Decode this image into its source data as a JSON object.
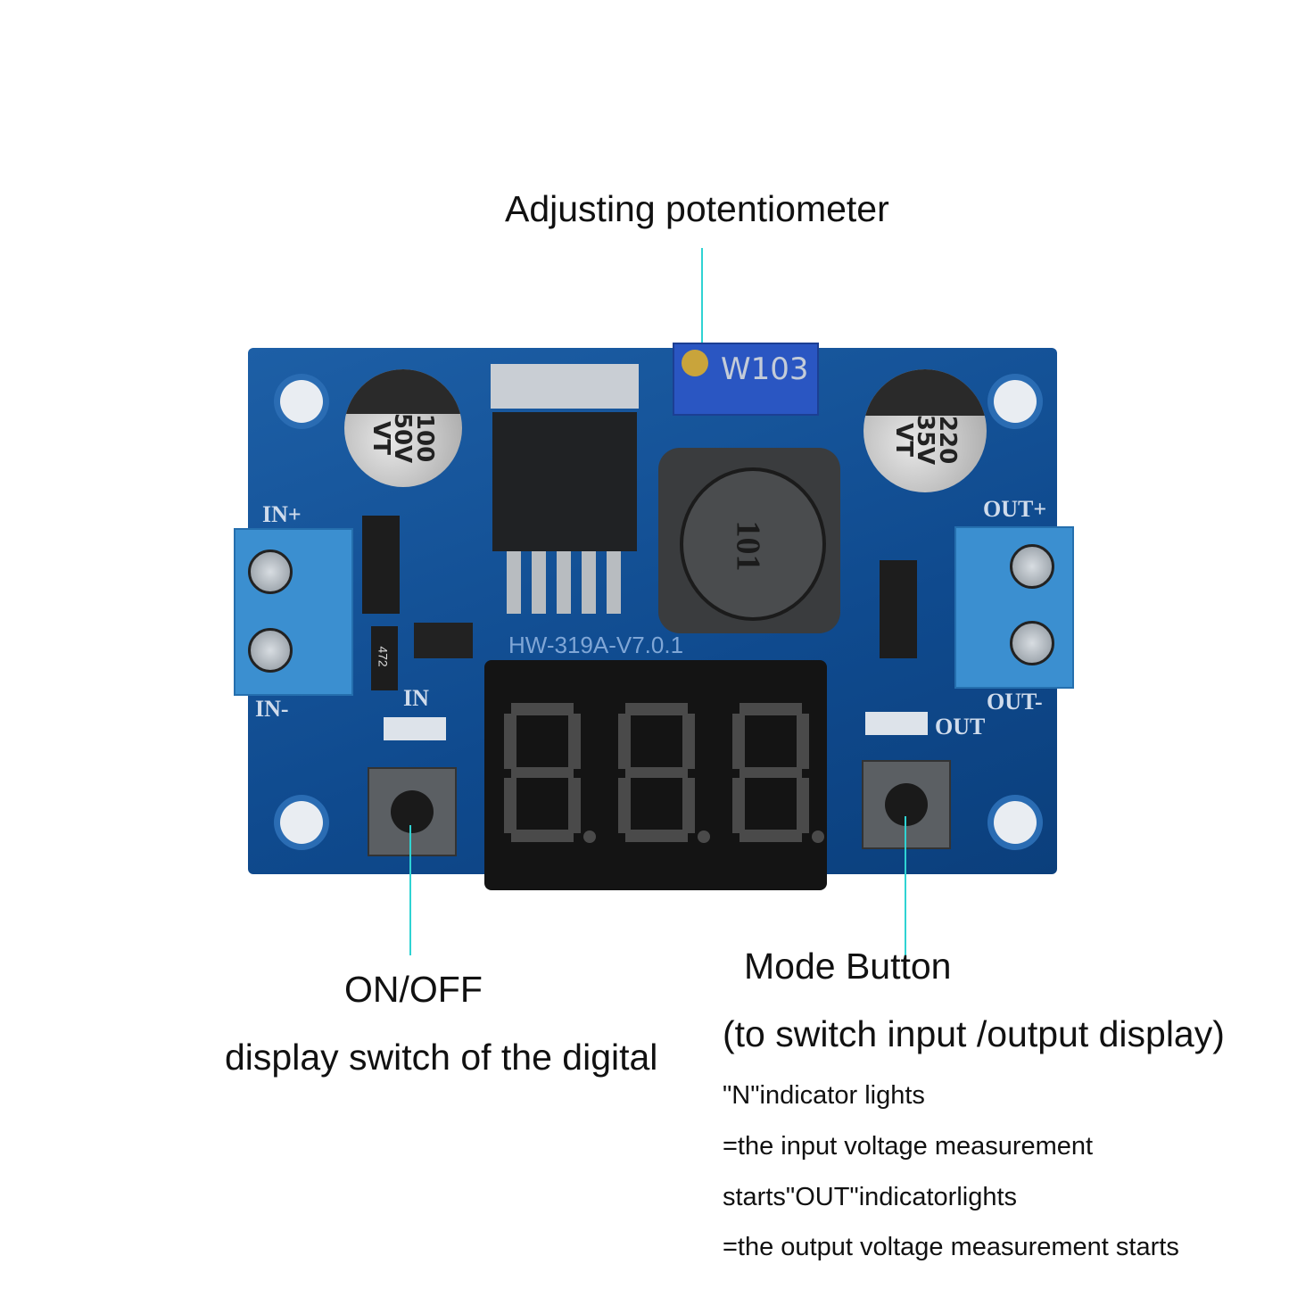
{
  "annotations": {
    "potentiometer": "Adjusting potentiometer",
    "onoff_title": "ON/OFF",
    "onoff_desc": "display switch of the digital",
    "mode_title": "Mode Button",
    "mode_desc": "(to switch input /output display)",
    "notes": [
      "\"N\"indicator lights",
      "=the input voltage measurement",
      "starts\"OUT\"indicatorlights",
      "=the output voltage measurement starts"
    ]
  },
  "board": {
    "model": "HW-319A-V7.0.1",
    "potentiometer_code": "W103",
    "input_capacitor": [
      "100",
      "50V",
      "VT"
    ],
    "output_capacitor": [
      "220",
      "35V",
      "VT"
    ],
    "inductor_code": "101",
    "resistor_code": "472",
    "labels": {
      "in_plus": "IN+",
      "in_minus": "IN-",
      "out_plus": "OUT+",
      "out_minus": "OUT-",
      "in_led": "IN",
      "out_led": "OUT"
    }
  },
  "colors": {
    "pointer": "#2fd3d3",
    "pcb": "#11508f",
    "terminal": "#3b8fd0"
  }
}
